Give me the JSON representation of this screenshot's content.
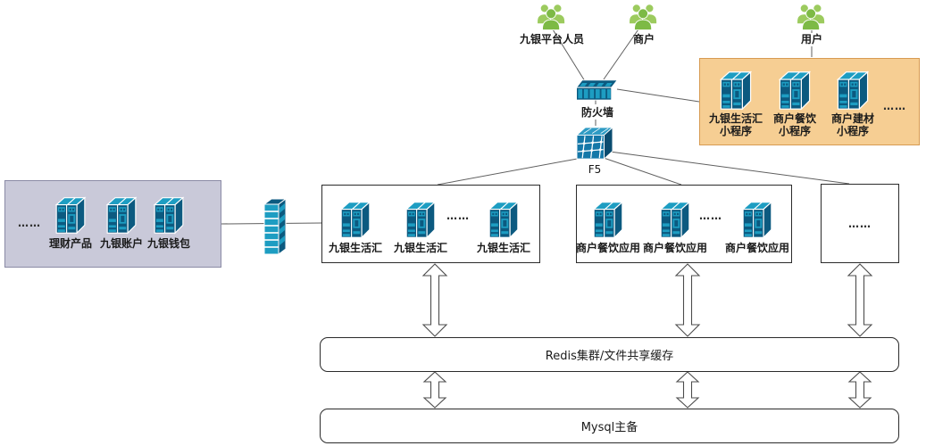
{
  "actors": [
    {
      "label": "九银平台人员"
    },
    {
      "label": "商户"
    },
    {
      "label": "用户"
    }
  ],
  "firewall": {
    "label": "防火墙"
  },
  "load_balancer": {
    "label": "F5"
  },
  "mini_program_zone": {
    "bg_color": "#F6CE93",
    "items": [
      {
        "line1": "九银生活汇",
        "line2": "小程序"
      },
      {
        "line1": "商户餐饮",
        "line2": "小程序"
      },
      {
        "line1": "商户建材",
        "line2": "小程序"
      }
    ],
    "ellipsis": "……"
  },
  "core_zone": {
    "bg_color": "#C9C9D9",
    "ellipsis": "……",
    "items": [
      {
        "label": "理财产品"
      },
      {
        "label": "九银账户"
      },
      {
        "label": "九银钱包"
      }
    ]
  },
  "clusters": [
    {
      "servers": [
        "九银生活汇",
        "九银生活汇",
        "九银生活汇"
      ],
      "ellipsis": "……"
    },
    {
      "servers": [
        "商户餐饮应用",
        "商户餐饮应用",
        "商户餐饮应用"
      ],
      "ellipsis": "……"
    },
    {
      "ellipsis": "……"
    }
  ],
  "cache_layer": {
    "label": "Redis集群/文件共享缓存"
  },
  "database_layer": {
    "label": "Mysql主备"
  },
  "colors": {
    "server_dark": "#0C5A80",
    "server_teal": "#1D9DC2",
    "people_green": "#7DBA45"
  }
}
